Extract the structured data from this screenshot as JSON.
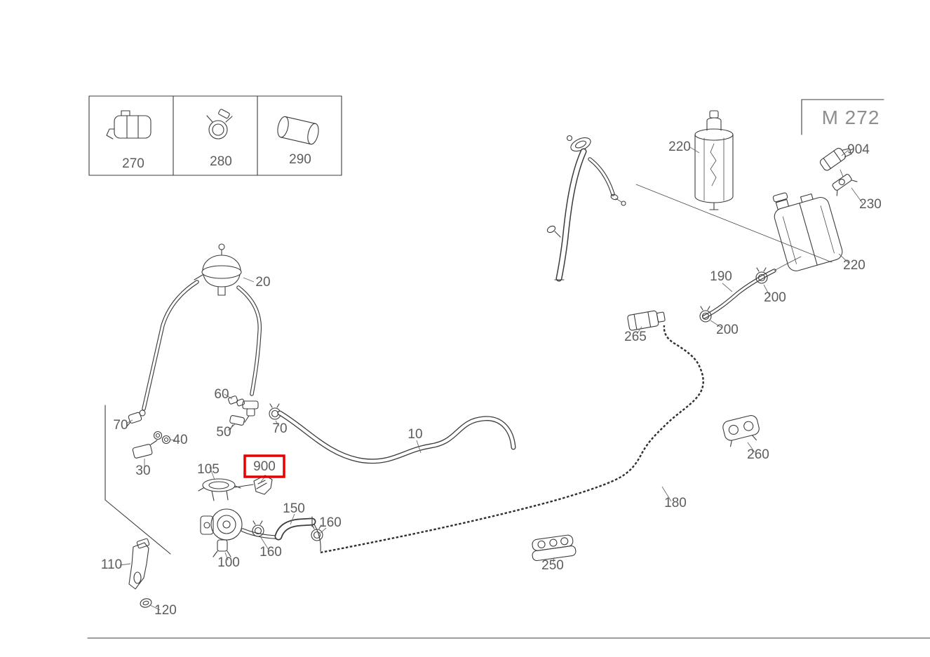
{
  "diagram": {
    "engine_variant": "M 272",
    "highlighted_part": "900",
    "highlight_color": "#e60000",
    "line_color": "#3c3c3c",
    "label_color": "#5c5c5c",
    "callouts": {
      "c270": "270",
      "c280": "280",
      "c290": "290",
      "c220_top": "220",
      "c904": "904",
      "c230": "230",
      "c220_side": "220",
      "c190": "190",
      "c200_upper": "200",
      "c200_lower": "200",
      "c265": "265",
      "c20": "20",
      "c60": "60",
      "c70_left": "70",
      "c50": "50",
      "c70_right": "70",
      "c40": "40",
      "c30": "30",
      "c10": "10",
      "c105": "105",
      "c900": "900",
      "c150": "150",
      "c160_right": "160",
      "c160_left": "160",
      "c100": "100",
      "c110": "110",
      "c120": "120",
      "c180": "180",
      "c250": "250",
      "c260": "260"
    }
  }
}
